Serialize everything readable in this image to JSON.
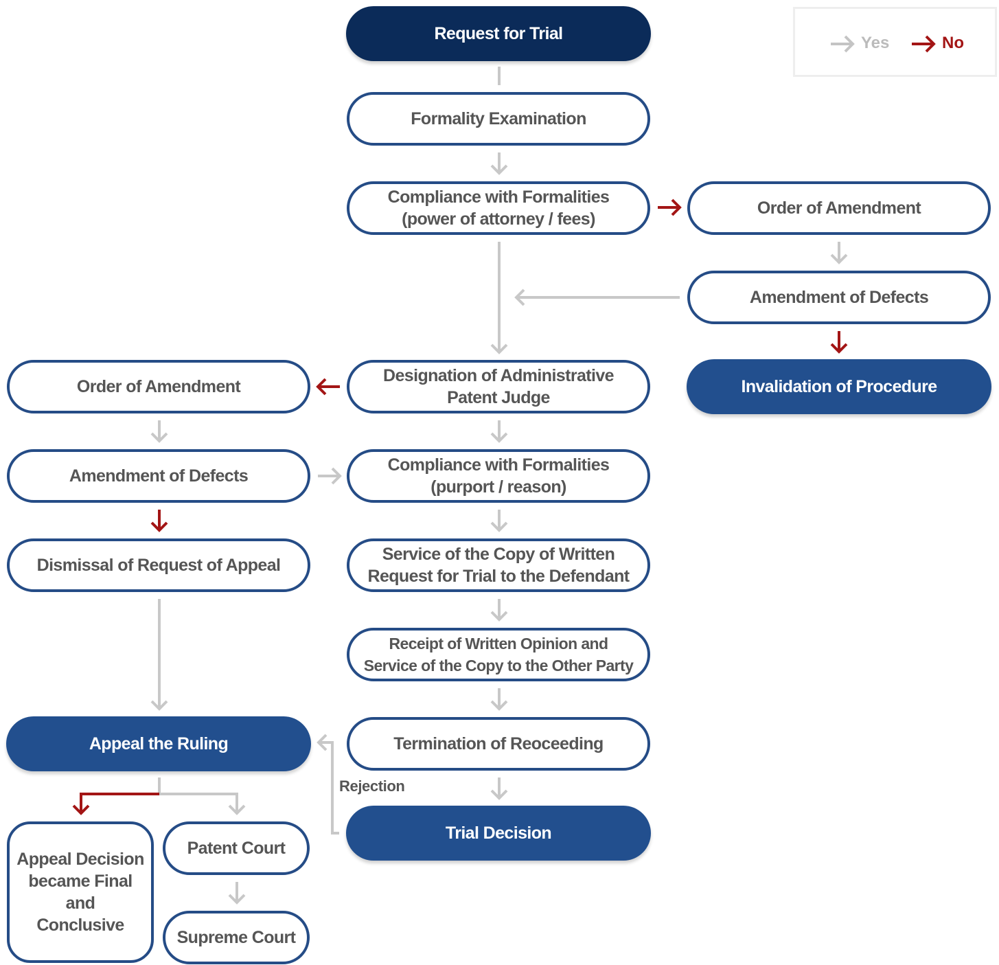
{
  "nodes": {
    "request_for_trial": "Request for Trial",
    "formality_examination": "Formality Examination",
    "compliance_formalities_1": "Compliance with Formalities\n(power of attorney / fees)",
    "order_of_amendment_right": "Order of Amendment",
    "amendment_of_defects_right": "Amendment of Defects",
    "invalidation_of_procedure": "Invalidation of Procedure",
    "designation_of_judge": "Designation of Administrative\nPatent Judge",
    "order_of_amendment_left": "Order of Amendment",
    "amendment_of_defects_left": "Amendment of Defects",
    "compliance_formalities_2": "Compliance with Formalities\n(purport / reason)",
    "dismissal_of_request": "Dismissal of Request of Appeal",
    "service_of_copy": "Service of the Copy of Written\nRequest for Trial to the Defendant",
    "receipt_of_opinion": "Receipt of Written Opinion and\nService of the Copy to the Other Party",
    "termination": "Termination of Reoceeding",
    "appeal_the_ruling": "Appeal the Ruling",
    "trial_decision": "Trial Decision",
    "appeal_decision_final": "Appeal Decision\nbecame Final and\nConclusive",
    "patent_court": "Patent Court",
    "supreme_court": "Supreme Court"
  },
  "edge_labels": {
    "rejection": "Rejection"
  },
  "legend": {
    "yes_label": "Yes",
    "no_label": "No"
  },
  "colors": {
    "node_border": "#254c86",
    "node_fill": "#224f8e",
    "node_fill_dark": "#0b2b59",
    "yes_arrow": "#c4c4c4",
    "no_arrow": "#a31515",
    "text": "#555555"
  }
}
